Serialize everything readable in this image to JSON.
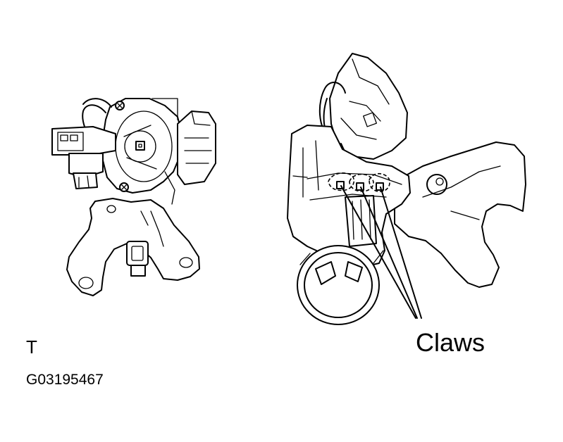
{
  "figure": {
    "view_label": "T",
    "figure_code": "G03195467",
    "callout": "Claws"
  },
  "colors": {
    "line": "#000000",
    "background": "#ffffff"
  }
}
